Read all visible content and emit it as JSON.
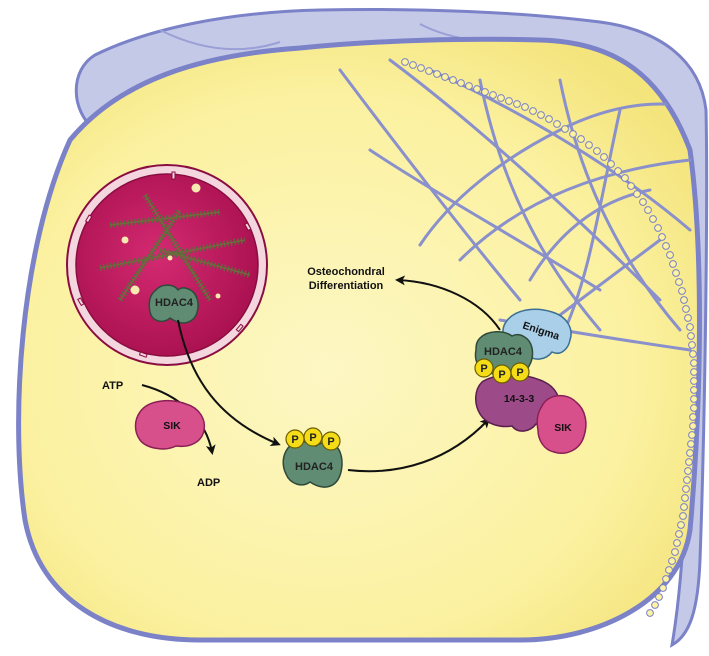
{
  "labels": {
    "hdac4_nucleus": "HDAC4",
    "atp": "ATP",
    "adp": "ADP",
    "sik_left": "SIK",
    "hdac4_mid": "HDAC4",
    "p_mid_1": "P",
    "p_mid_2": "P",
    "p_mid_3": "P",
    "outcome_line1": "Osteochondral",
    "outcome_line2": "Differentiation",
    "enigma": "Enigma",
    "hdac4_complex": "HDAC4",
    "p_complex_1": "P",
    "p_complex_2": "P",
    "p_complex_3": "P",
    "protein_1433": "14-3-3",
    "sik_right": "SIK"
  },
  "colors": {
    "cytoplasm": "#fbf2a3",
    "membrane": "#7b82c8",
    "cortex": "#c3c7e7",
    "filament": "#8990cc",
    "nucleus": "#c21960",
    "nucleus_rim": "#f4d6df",
    "hdac4": "#5f8c72",
    "phospho": "#f4dc16",
    "sik": "#d7508c",
    "protein_1433": "#9c4a88",
    "enigma": "#a9cfe9"
  }
}
